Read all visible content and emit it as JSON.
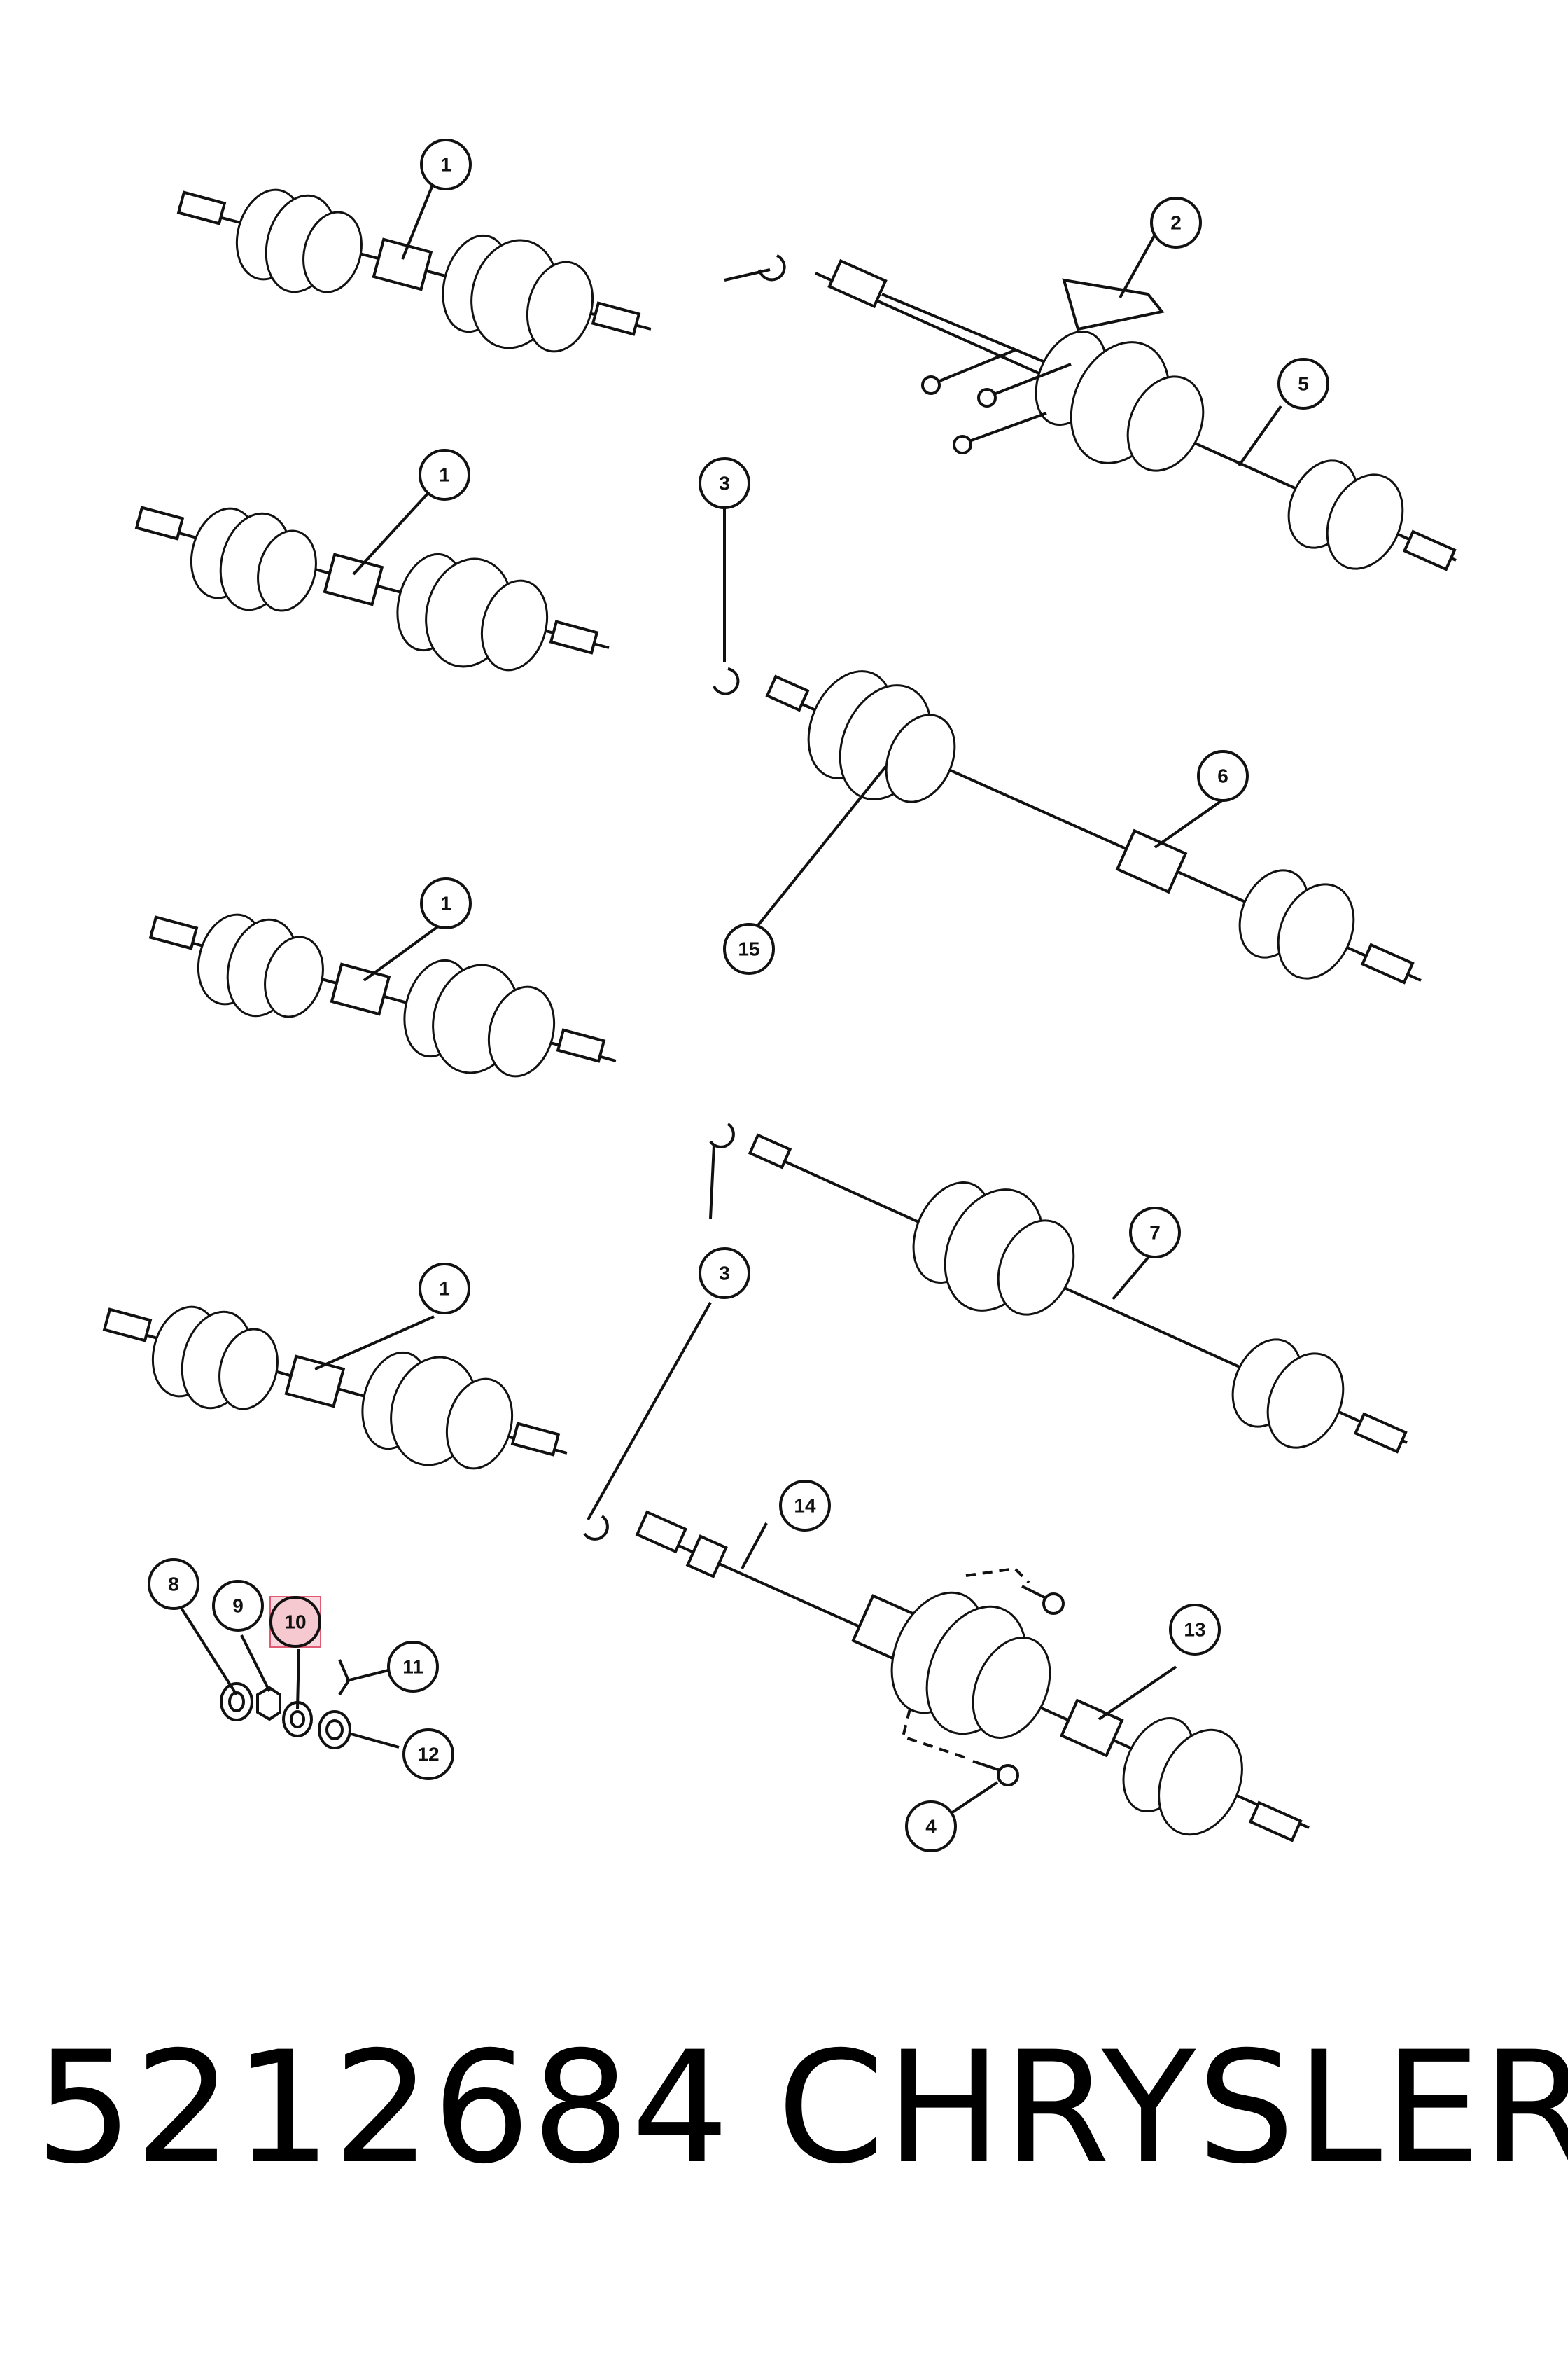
{
  "callouts": {
    "c1a": "1",
    "c1b": "1",
    "c1c": "1",
    "c1d": "1",
    "c2": "2",
    "c3a": "3",
    "c3b": "3",
    "c4": "4",
    "c5": "5",
    "c6": "6",
    "c7": "7",
    "c8": "8",
    "c9": "9",
    "c10": "10",
    "c11": "11",
    "c12": "12",
    "c13": "13",
    "c14": "14",
    "c15": "15"
  },
  "highlighted_callout": "10",
  "footer": {
    "part_number": "5212684",
    "brand": "CHRYSLER"
  },
  "colors": {
    "line": "#111111",
    "highlight": "#f3b6c2"
  }
}
